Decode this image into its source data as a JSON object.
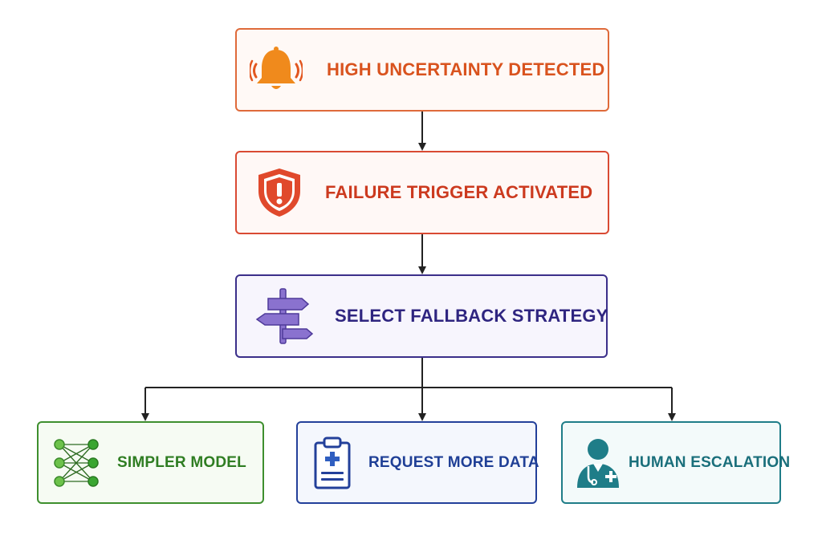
{
  "nodes": {
    "uncertainty": {
      "label": "HIGH UNCERTAINTY DETECTED",
      "icon": "bell-alarm-icon",
      "color": "#d9531e"
    },
    "failure": {
      "label": "FAILURE TRIGGER ACTIVATED",
      "icon": "shield-alert-icon",
      "color": "#cc3a1f"
    },
    "fallback": {
      "label": "SELECT FALLBACK STRATEGY",
      "icon": "signpost-icon",
      "color": "#2f2580"
    },
    "simpler": {
      "label": "SIMPLER MODEL",
      "icon": "neural-network-icon",
      "color": "#2f7d22"
    },
    "request": {
      "label": "REQUEST MORE DATA",
      "icon": "clipboard-icon",
      "color": "#1f3f96"
    },
    "human": {
      "label": "HUMAN ESCALATION",
      "icon": "doctor-icon",
      "color": "#1a6f7b"
    }
  },
  "edges": [
    {
      "from": "uncertainty",
      "to": "failure"
    },
    {
      "from": "failure",
      "to": "fallback"
    },
    {
      "from": "fallback",
      "to": "simpler"
    },
    {
      "from": "fallback",
      "to": "request"
    },
    {
      "from": "fallback",
      "to": "human"
    }
  ]
}
